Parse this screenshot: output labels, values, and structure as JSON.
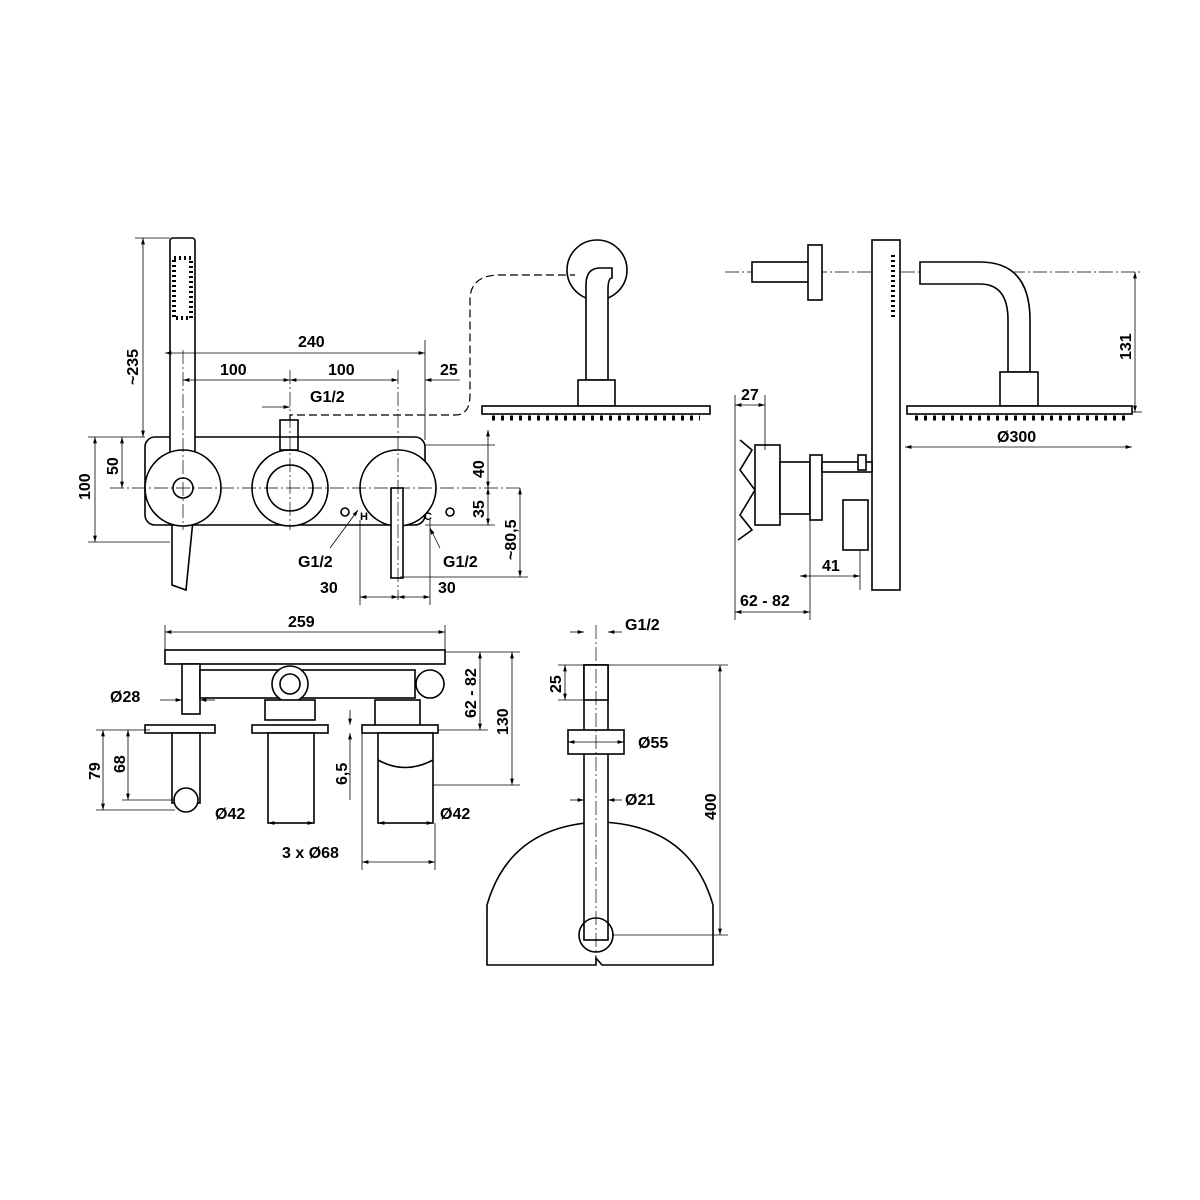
{
  "drawing": {
    "front_view": {
      "hand_shower_height": "~235",
      "overall_width": "240",
      "spacing_left": "100",
      "spacing_right": "100",
      "offset_right": "25",
      "inlet_top": "G1/2",
      "height_50": "50",
      "height_100": "100",
      "height_40": "40",
      "height_35": "35",
      "handle_drop": "~80,5",
      "hot_label": "H",
      "cold_label": "C",
      "inlet_hot": "G1/2",
      "inlet_cold": "G1/2",
      "offset_30_left": "30",
      "offset_30_right": "30"
    },
    "side_view": {
      "depth_27": "27",
      "head_diameter": "Ø300",
      "arm_height": "131",
      "depth_41": "41",
      "depth_range": "62 - 82"
    },
    "top_view": {
      "overall_width": "259",
      "diameter_28": "Ø28",
      "depth_range": "62 - 82",
      "depth_130": "130",
      "height_79": "79",
      "height_68": "68",
      "height_6_5": "6,5",
      "diameter_42_left": "Ø42",
      "diameter_42_right": "Ø42",
      "rosettes": "3 x Ø68"
    },
    "arm_view": {
      "thread": "G1/2",
      "length_25": "25",
      "diameter_55": "Ø55",
      "diameter_21": "Ø21",
      "length_400": "400"
    }
  }
}
